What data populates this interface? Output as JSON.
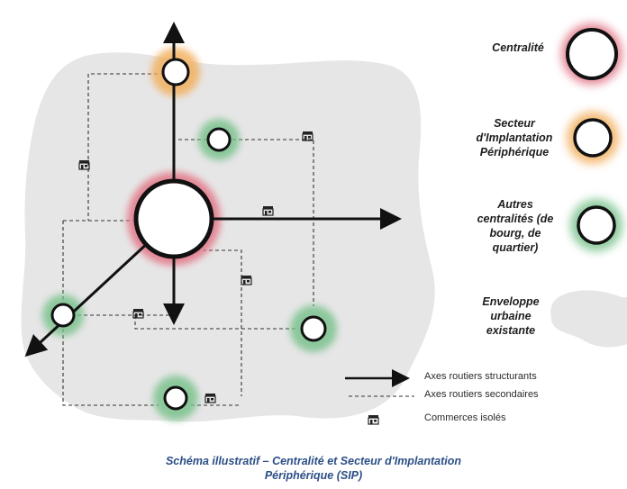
{
  "legend": {
    "centralite": "Centralité",
    "sip_line1": "Secteur",
    "sip_line2": "d'Implantation",
    "sip_line3": "Périphérique",
    "autres_line1": "Autres",
    "autres_line2": "centralités (de",
    "autres_line3": "bourg, de",
    "autres_line4": "quartier)",
    "enveloppe_line1": "Enveloppe",
    "enveloppe_line2": "urbaine",
    "enveloppe_line3": "existante"
  },
  "key": {
    "axes_structurants": "Axes routiers structurants",
    "axes_secondaires": "Axes routiers secondaires",
    "commerces": "Commerces isolés"
  },
  "caption": {
    "line1": "Schéma illustratif – Centralité et Secteur d'Implantation",
    "line2": "Périphérique (SIP)"
  },
  "colors": {
    "centralite_halo": "#e27b8b",
    "sip_halo": "#f2b060",
    "autres_halo": "#7cc28e",
    "enveloppe": "#e6e6e6",
    "caption": "#2b4f86"
  }
}
